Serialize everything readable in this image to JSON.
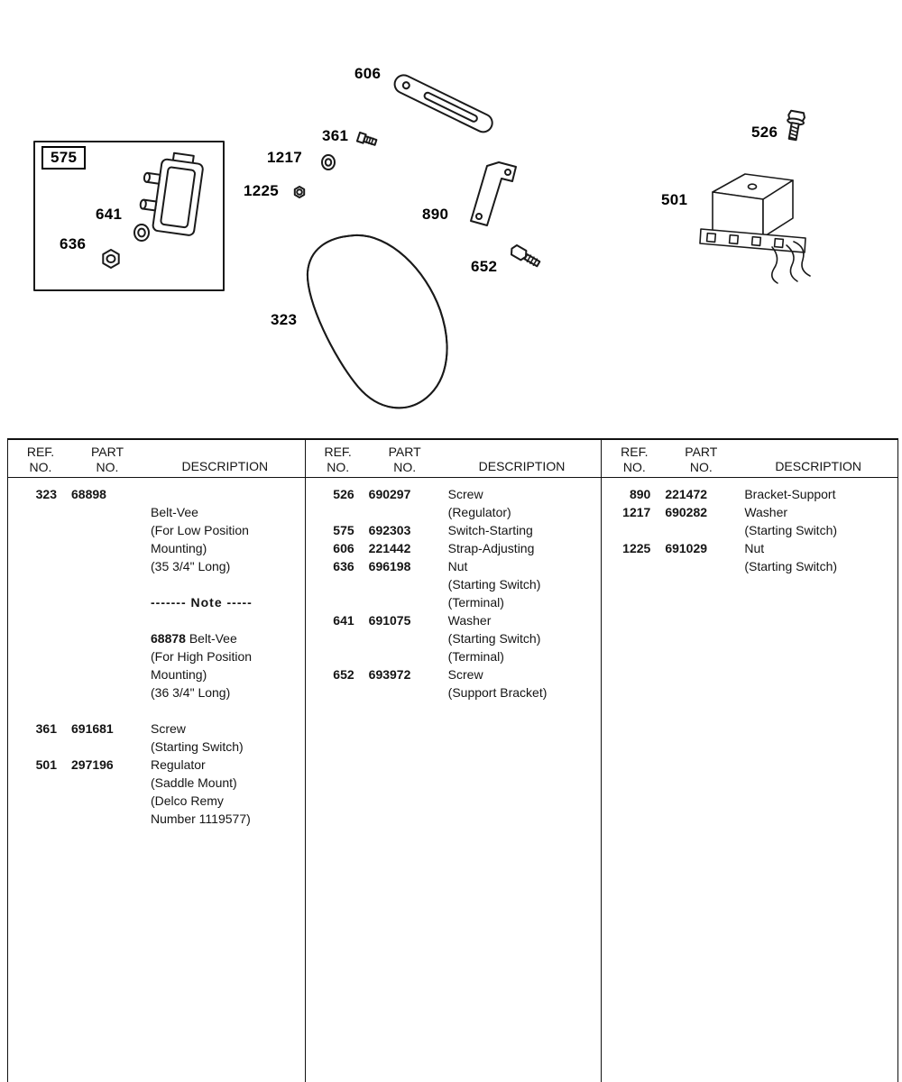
{
  "diagram": {
    "callouts": {
      "c323": "323",
      "c361": "361",
      "c501": "501",
      "c526": "526",
      "c575": "575",
      "c606": "606",
      "c636": "636",
      "c641": "641",
      "c652": "652",
      "c890": "890",
      "c1217": "1217",
      "c1225": "1225"
    }
  },
  "table": {
    "header": {
      "ref_line1": "REF.",
      "ref_line2": "NO.",
      "part_line1": "PART",
      "part_line2": "NO.",
      "desc": "DESCRIPTION"
    },
    "col1": {
      "rows": [
        {
          "ref": "323",
          "part": "68898",
          "desc_a": "Belt-Vee\n(For Low Position\nMounting)\n(35 3/4\" Long)",
          "note": "------- Note -----",
          "alt_part": "68878 ",
          "desc_b": "Belt-Vee\n(For High Position\nMounting)\n(36 3/4\" Long)"
        },
        {
          "ref": "361",
          "part": "691681",
          "desc": "Screw\n(Starting Switch)"
        },
        {
          "ref": "501",
          "part": "297196",
          "desc": "Regulator\n(Saddle Mount)\n(Delco Remy\nNumber 1119577)"
        }
      ]
    },
    "col2": {
      "rows": [
        {
          "ref": "526",
          "part": "690297",
          "desc": "Screw\n(Regulator)"
        },
        {
          "ref": "575",
          "part": "692303",
          "desc": "Switch-Starting"
        },
        {
          "ref": "606",
          "part": "221442",
          "desc": "Strap-Adjusting"
        },
        {
          "ref": "636",
          "part": "696198",
          "desc": "Nut\n(Starting Switch)\n(Terminal)"
        },
        {
          "ref": "641",
          "part": "691075",
          "desc": "Washer\n(Starting Switch)\n(Terminal)"
        },
        {
          "ref": "652",
          "part": "693972",
          "desc": "Screw\n(Support Bracket)"
        }
      ]
    },
    "col3": {
      "rows": [
        {
          "ref": "890",
          "part": "221472",
          "desc": "Bracket-Support"
        },
        {
          "ref": "1217",
          "part": "690282",
          "desc": "Washer\n(Starting Switch)"
        },
        {
          "ref": "1225",
          "part": "691029",
          "desc": "Nut\n(Starting Switch)"
        }
      ]
    }
  }
}
